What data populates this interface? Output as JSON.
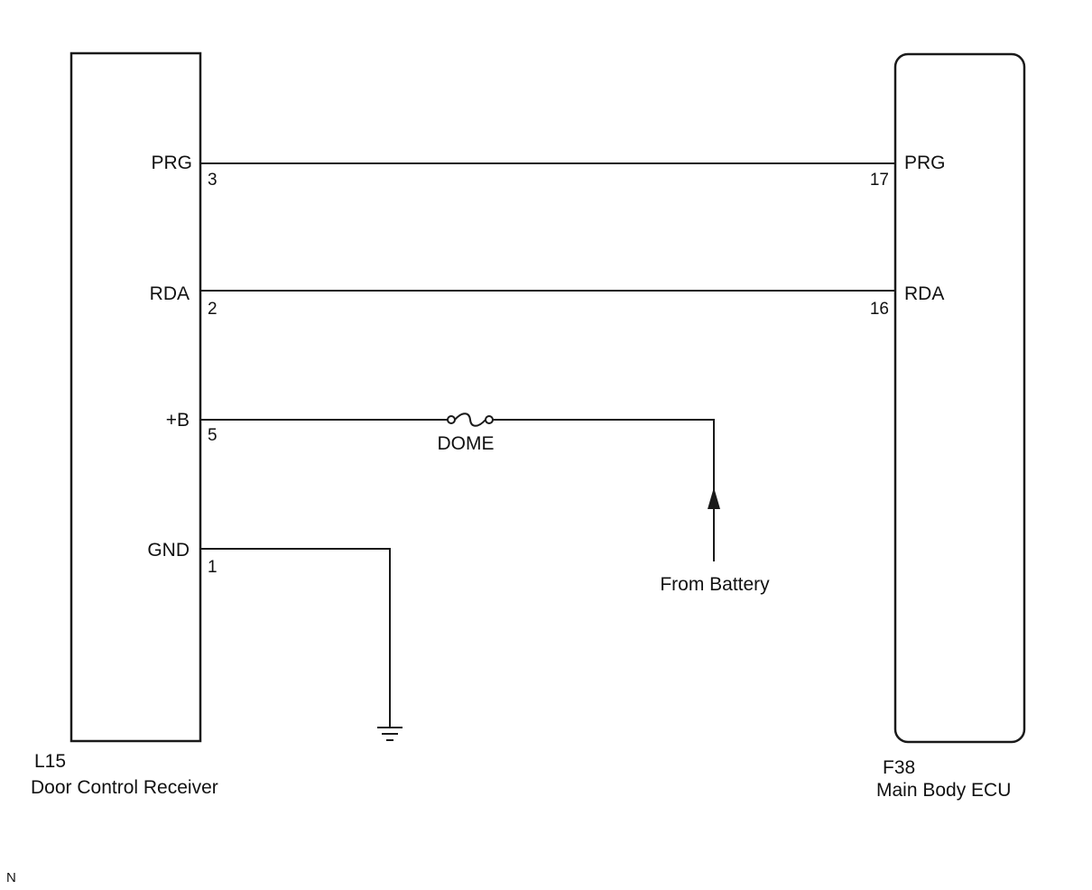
{
  "left_component": {
    "code": "L15",
    "name": "Door Control Receiver",
    "pins": [
      {
        "signal": "PRG",
        "number": "3"
      },
      {
        "signal": "RDA",
        "number": "2"
      },
      {
        "signal": "+B",
        "number": "5"
      },
      {
        "signal": "GND",
        "number": "1"
      }
    ]
  },
  "right_component": {
    "code": "F38",
    "name": "Main Body ECU",
    "pins": [
      {
        "signal": "PRG",
        "number": "17"
      },
      {
        "signal": "RDA",
        "number": "16"
      }
    ]
  },
  "fuse": {
    "label": "DOME"
  },
  "battery": {
    "label": "From Battery"
  },
  "corner_mark": "N",
  "colors": {
    "line": "#1a1a1a",
    "text": "#111111",
    "background": "#ffffff"
  }
}
